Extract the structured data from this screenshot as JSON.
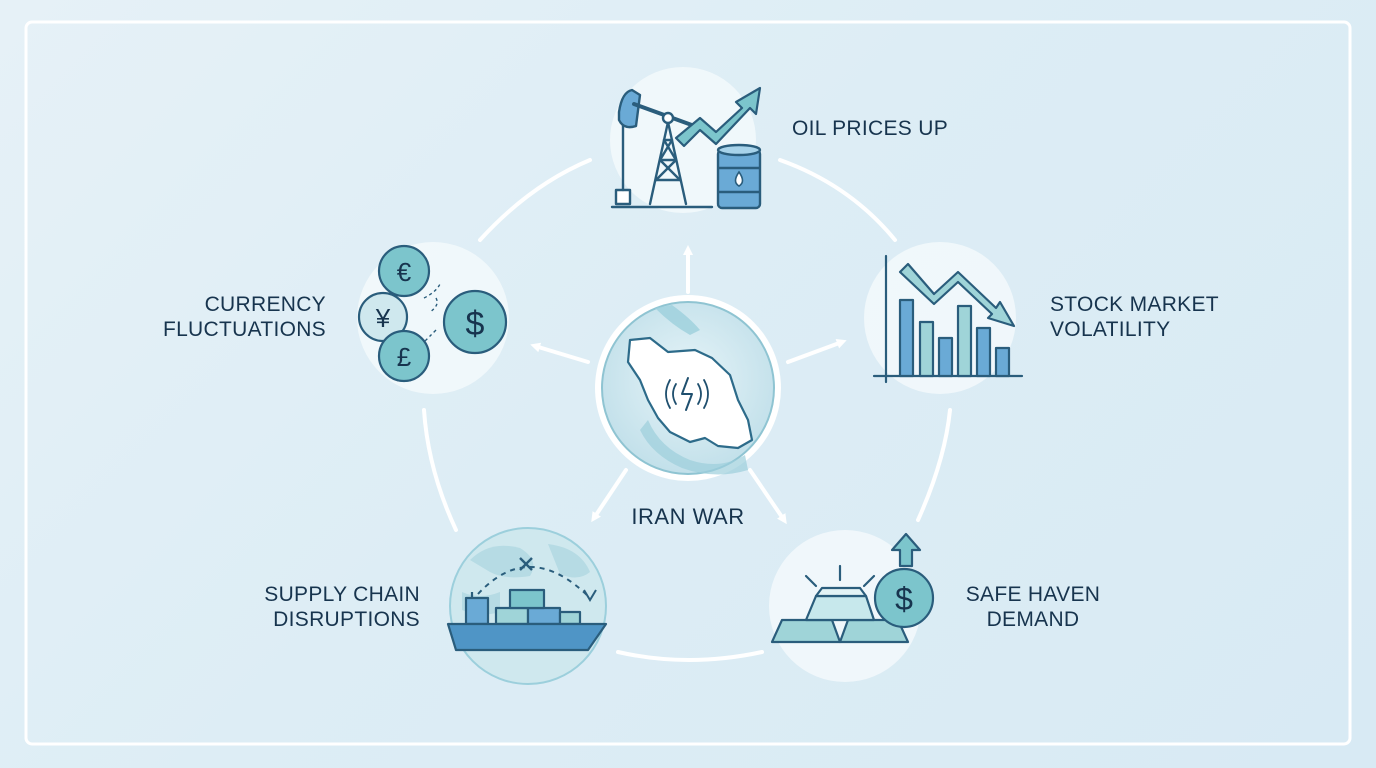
{
  "center": {
    "label": "IRAN WAR"
  },
  "nodes": {
    "oil": {
      "lines": [
        "OIL PRICES UP"
      ]
    },
    "stocks": {
      "lines": [
        "STOCK MARKET",
        "VOLATILITY"
      ]
    },
    "safe_haven": {
      "lines": [
        "SAFE HAVEN",
        "DEMAND"
      ]
    },
    "supply": {
      "lines": [
        "SUPPLY CHAIN",
        "DISRUPTIONS"
      ]
    },
    "currency": {
      "lines": [
        "CURRENCY",
        "FLUCTUATIONS"
      ]
    }
  },
  "currency_symbols": {
    "euro": "€",
    "yen": "¥",
    "pound": "£",
    "dollar": "$"
  },
  "safe_haven_symbol": "$",
  "colors": {
    "ink": "#17344e",
    "teal": "#7cc5cc",
    "blue": "#6aaad6",
    "pale": "#c9e6ec",
    "white_ring": "#ffffff"
  }
}
